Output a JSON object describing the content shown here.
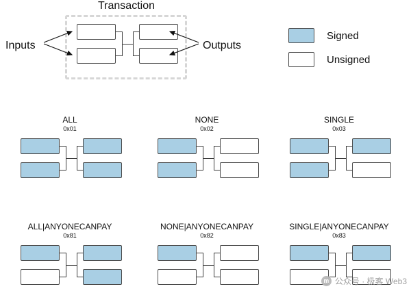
{
  "diagram": {
    "top": {
      "title": "Transaction",
      "inputs_label": "Inputs",
      "outputs_label": "Outputs"
    },
    "legend": {
      "signed_label": "Signed",
      "unsigned_label": "Unsigned",
      "signed_color": "#a9cfe4",
      "unsigned_color": "#ffffff",
      "border_color": "#4a4a4a"
    },
    "panels": [
      {
        "name": "ALL",
        "hex": "0x01",
        "inputs": [
          "signed",
          "signed"
        ],
        "outputs": [
          "signed",
          "signed"
        ]
      },
      {
        "name": "NONE",
        "hex": "0x02",
        "inputs": [
          "signed",
          "signed"
        ],
        "outputs": [
          "unsigned",
          "unsigned"
        ]
      },
      {
        "name": "SINGLE",
        "hex": "0x03",
        "inputs": [
          "signed",
          "signed"
        ],
        "outputs": [
          "signed",
          "unsigned"
        ]
      },
      {
        "name": "ALL|ANYONECANPAY",
        "hex": "0x81",
        "inputs": [
          "signed",
          "unsigned"
        ],
        "outputs": [
          "signed",
          "signed"
        ]
      },
      {
        "name": "NONE|ANYONECANPAY",
        "hex": "0x82",
        "inputs": [
          "signed",
          "unsigned"
        ],
        "outputs": [
          "unsigned",
          "unsigned"
        ]
      },
      {
        "name": "SINGLE|ANYONECANPAY",
        "hex": "0x83",
        "inputs": [
          "signed",
          "unsigned"
        ],
        "outputs": [
          "signed",
          "unsigned"
        ]
      }
    ]
  },
  "watermark": {
    "badge": "m",
    "text": "公众号 · 极客 Web3"
  }
}
